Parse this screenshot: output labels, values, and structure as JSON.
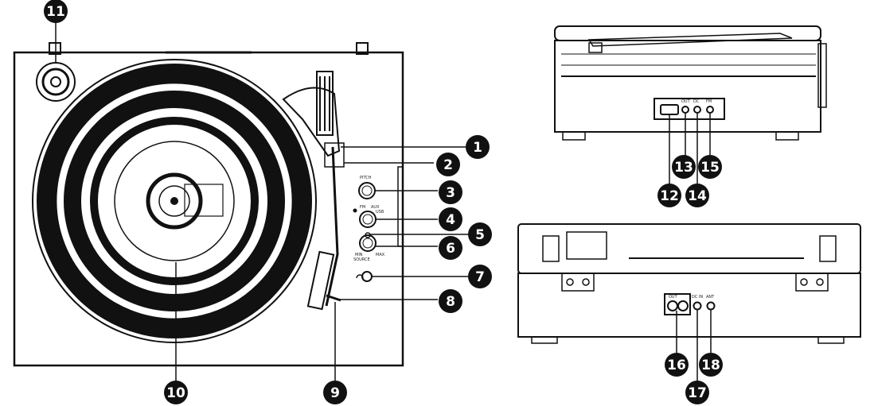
{
  "colors": {
    "line": "#111111",
    "badge": "#111111",
    "badge_text": "#ffffff",
    "background": "#ffffff"
  },
  "callouts": [
    "1",
    "2",
    "3",
    "4",
    "5",
    "6",
    "7",
    "8",
    "9",
    "10",
    "11",
    "12",
    "13",
    "14",
    "15",
    "16",
    "17",
    "18"
  ],
  "panel_labels": {
    "pitch": "PITCH",
    "source_fm": "FM",
    "source_aux": "AUX",
    "source_usb": "USB",
    "volume_min": "MIN",
    "volume_max": "MAX",
    "volume_mode": "SOURCE",
    "rear_top_jack1": "OUT",
    "rear_top_jack2": "DC",
    "rear_top_jack3": "FM",
    "rear_bottom_out": "OUT",
    "rear_bottom_dc": "DC IN",
    "rear_bottom_ant": "ANT"
  }
}
